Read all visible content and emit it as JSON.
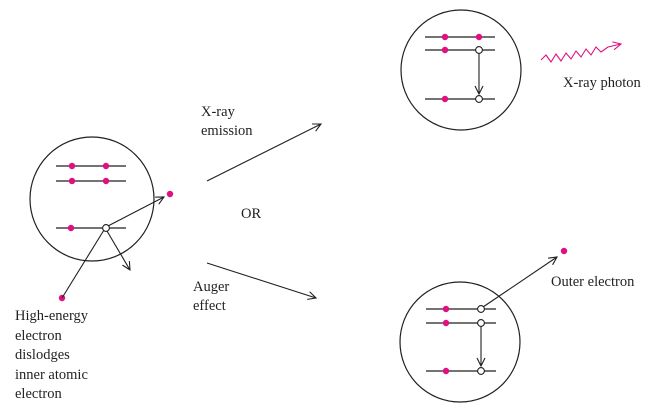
{
  "labels": {
    "xray_emission": [
      "X-ray",
      "emission"
    ],
    "auger_effect": [
      "Auger",
      "effect"
    ],
    "or": "OR",
    "xray_photon": "X-ray photon",
    "outer_electron": "Outer electron",
    "caption": [
      "High-energy",
      "electron",
      "dislodges",
      "inner atomic",
      "electron"
    ]
  },
  "colors": {
    "electron": "#e0117f",
    "line": "#231f20",
    "photon": "#e0117f"
  },
  "icons": {
    "photon": "wavy-arrow-icon",
    "vacancy": "open-circle-icon"
  }
}
